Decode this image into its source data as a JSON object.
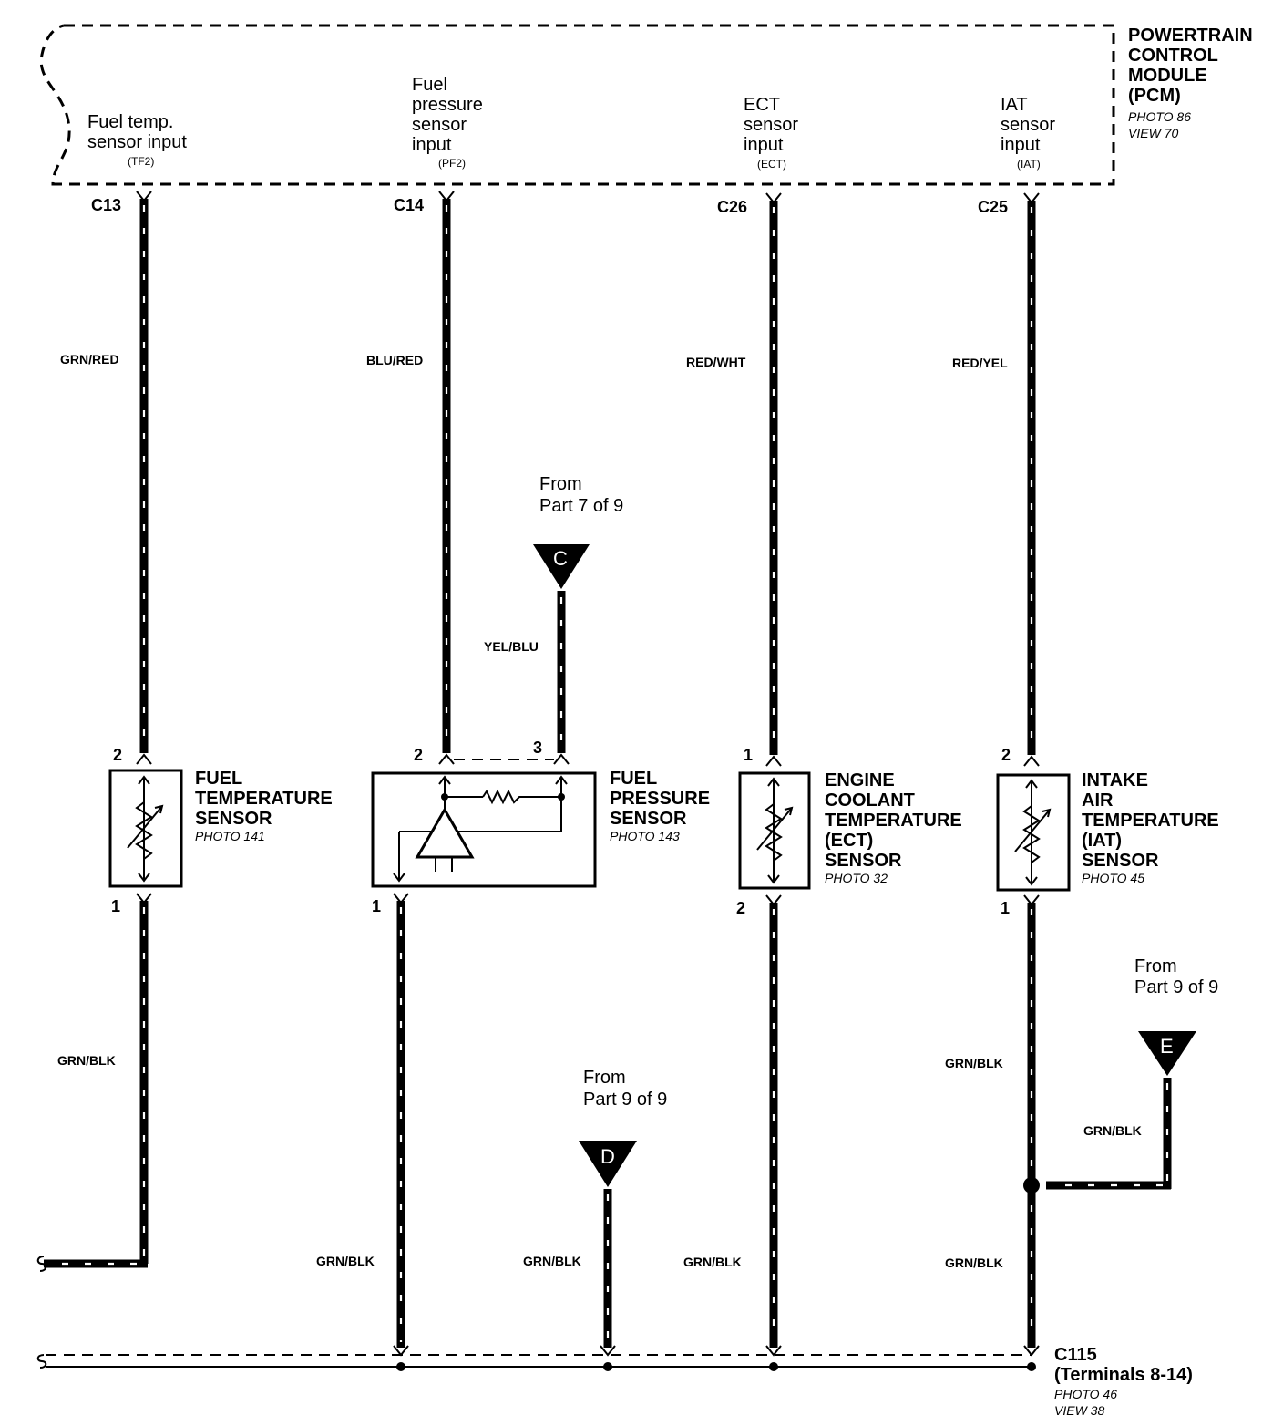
{
  "pcm": {
    "title_lines": [
      "POWERTRAIN",
      "CONTROL",
      "MODULE",
      "(PCM)"
    ],
    "photo": "PHOTO 86",
    "view": "VIEW 70"
  },
  "inputs": [
    {
      "lines": [
        "Fuel temp.",
        "sensor input"
      ],
      "abbr": "(TF2)",
      "pin": "C13",
      "wire": "GRN/RED"
    },
    {
      "lines": [
        "Fuel",
        "pressure",
        "sensor",
        "input"
      ],
      "abbr": "(PF2)",
      "pin": "C14",
      "wire": "BLU/RED"
    },
    {
      "lines": [
        "ECT",
        "sensor",
        "input"
      ],
      "abbr": "(ECT)",
      "pin": "C26",
      "wire": "RED/WHT"
    },
    {
      "lines": [
        "IAT",
        "sensor",
        "input"
      ],
      "abbr": "(IAT)",
      "pin": "C25",
      "wire": "RED/YEL"
    }
  ],
  "sensors": [
    {
      "lines": [
        "FUEL",
        "TEMPERATURE",
        "SENSOR"
      ],
      "photo": "PHOTO 141",
      "pin_top": "2",
      "pin_bottom": "1",
      "ground_wire": "GRN/BLK"
    },
    {
      "lines": [
        "FUEL",
        "PRESSURE",
        "SENSOR"
      ],
      "photo": "PHOTO 143",
      "pin_top": "2",
      "pin_top2": "3",
      "pin_bottom": "1",
      "ground_wire": "GRN/BLK"
    },
    {
      "lines": [
        "ENGINE",
        "COOLANT",
        "TEMPERATURE",
        "(ECT)",
        "SENSOR"
      ],
      "photo": "PHOTO 32",
      "pin_top": "1",
      "pin_bottom": "2",
      "ground_wire": "GRN/BLK"
    },
    {
      "lines": [
        "INTAKE",
        "AIR",
        "TEMPERATURE",
        "(IAT)",
        "SENSOR"
      ],
      "photo": "PHOTO 45",
      "pin_top": "2",
      "pin_bottom": "1",
      "ground_wire": "GRN/BLK",
      "ground_wire_upper": "GRN/BLK"
    }
  ],
  "connectors": [
    {
      "letter": "C",
      "from": [
        "From",
        "Part 7 of 9"
      ],
      "wire": "YEL/BLU"
    },
    {
      "letter": "D",
      "from": [
        "From",
        "Part 9 of 9"
      ],
      "wire": "GRN/BLK"
    },
    {
      "letter": "E",
      "from": [
        "From",
        "Part 9 of 9"
      ],
      "wire": "GRN/BLK"
    }
  ],
  "ground": {
    "name": "C115",
    "detail": "(Terminals 8-14)",
    "photo": "PHOTO 46",
    "view": "VIEW 38"
  },
  "colors": {
    "ink": "#000000",
    "paper": "#ffffff"
  }
}
